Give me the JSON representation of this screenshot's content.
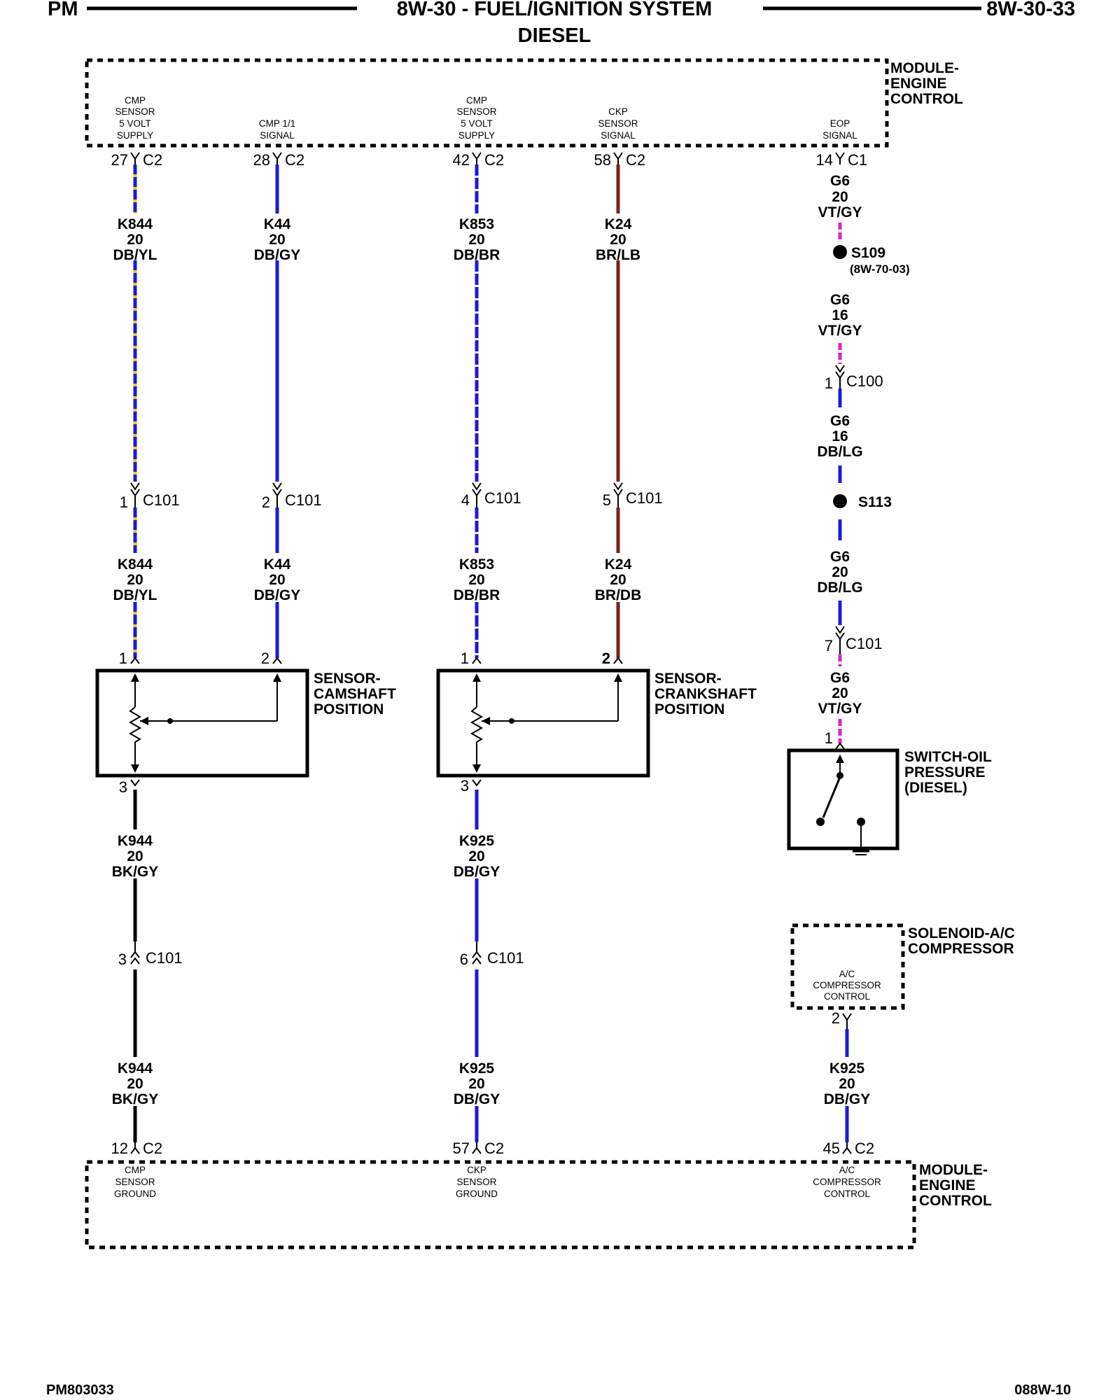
{
  "header": {
    "left": "PM",
    "title": "8W-30 - FUEL/IGNITION SYSTEM",
    "subtitle": "DIESEL",
    "right": "8W-30-33"
  },
  "footer": {
    "left": "PM803033",
    "right": "088W-10"
  },
  "modules": {
    "ecm_top": {
      "label": [
        "MODULE-",
        "ENGINE",
        "CONTROL"
      ],
      "pins": [
        {
          "func": [
            "CMP",
            "SENSOR",
            "5 VOLT",
            "SUPPLY"
          ],
          "cavity": "27",
          "connector": "C2"
        },
        {
          "func": [
            "CMP 1/1",
            "SIGNAL"
          ],
          "cavity": "28",
          "connector": "C2"
        },
        {
          "func": [
            "CMP",
            "SENSOR",
            "5 VOLT",
            "SUPPLY"
          ],
          "cavity": "42",
          "connector": "C2"
        },
        {
          "func": [
            "CKP",
            "SENSOR",
            "SIGNAL"
          ],
          "cavity": "58",
          "connector": "C2"
        },
        {
          "func": [
            "EOP",
            "SIGNAL"
          ],
          "cavity": "14",
          "connector": "C1"
        }
      ]
    },
    "ecm_bottom": {
      "label": [
        "MODULE-",
        "ENGINE",
        "CONTROL"
      ],
      "pins": [
        {
          "func": [
            "CMP",
            "SENSOR",
            "GROUND"
          ],
          "cavity": "12",
          "connector": "C2"
        },
        {
          "func": [
            "CKP",
            "SENSOR",
            "GROUND"
          ],
          "cavity": "57",
          "connector": "C2"
        },
        {
          "func": [
            "A/C",
            "COMPRESSOR",
            "CONTROL"
          ],
          "cavity": "45",
          "connector": "C2"
        }
      ]
    },
    "ac_solenoid": {
      "label": [
        "SOLENOID-A/C",
        "COMPRESSOR"
      ],
      "func": [
        "A/C",
        "COMPRESSOR",
        "CONTROL"
      ],
      "cavity": "2"
    }
  },
  "components": {
    "cmp_sensor": {
      "label": [
        "SENSOR-",
        "CAMSHAFT",
        "POSITION"
      ],
      "pins": [
        "1",
        "2",
        "3"
      ]
    },
    "ckp_sensor": {
      "label": [
        "SENSOR-",
        "CRANKSHAFT",
        "POSITION"
      ],
      "pins": [
        "1",
        "2",
        "3"
      ]
    },
    "oil_switch": {
      "label": [
        "SWITCH-OIL",
        "PRESSURE",
        "(DIESEL)"
      ],
      "pin": "1"
    }
  },
  "splices": [
    {
      "name": "S109",
      "ref": "(8W-70-03)"
    },
    {
      "name": "S113"
    }
  ],
  "inline_connectors": [
    {
      "cavity": "1",
      "name": "C101"
    },
    {
      "cavity": "2",
      "name": "C101"
    },
    {
      "cavity": "4",
      "name": "C101"
    },
    {
      "cavity": "5",
      "name": "C101"
    },
    {
      "cavity": "1",
      "name": "C100"
    },
    {
      "cavity": "7",
      "name": "C101"
    },
    {
      "cavity": "3",
      "name": "C101"
    },
    {
      "cavity": "6",
      "name": "C101"
    }
  ],
  "wire_labels": [
    {
      "circuit": "K844",
      "gauge": "20",
      "color": "DB/YL"
    },
    {
      "circuit": "K44",
      "gauge": "20",
      "color": "DB/GY"
    },
    {
      "circuit": "K853",
      "gauge": "20",
      "color": "DB/BR"
    },
    {
      "circuit": "K24",
      "gauge": "20",
      "color": "BR/LB"
    },
    {
      "circuit": "G6",
      "gauge": "20",
      "color": "VT/GY"
    },
    {
      "circuit": "G6",
      "gauge": "16",
      "color": "VT/GY"
    },
    {
      "circuit": "G6",
      "gauge": "16",
      "color": "DB/LG"
    },
    {
      "circuit": "K844",
      "gauge": "20",
      "color": "DB/YL"
    },
    {
      "circuit": "K44",
      "gauge": "20",
      "color": "DB/GY"
    },
    {
      "circuit": "K853",
      "gauge": "20",
      "color": "DB/BR"
    },
    {
      "circuit": "K24",
      "gauge": "20",
      "color": "BR/DB"
    },
    {
      "circuit": "G6",
      "gauge": "20",
      "color": "DB/LG"
    },
    {
      "circuit": "G6",
      "gauge": "20",
      "color": "VT/GY"
    },
    {
      "circuit": "K944",
      "gauge": "20",
      "color": "BK/GY"
    },
    {
      "circuit": "K925",
      "gauge": "20",
      "color": "DB/GY"
    },
    {
      "circuit": "K944",
      "gauge": "20",
      "color": "BK/GY"
    },
    {
      "circuit": "K925",
      "gauge": "20",
      "color": "DB/GY"
    },
    {
      "circuit": "K925",
      "gauge": "20",
      "color": "DB/GY"
    }
  ],
  "wire_colors": {
    "DB": "#1a1adc",
    "YL": "#e8d000",
    "GY": "#8a8a8a",
    "BR": "#7a1f1f",
    "LB": "#4aa0e0",
    "VT": "#e020d0",
    "LG": "#40c040",
    "BK": "#000000"
  }
}
